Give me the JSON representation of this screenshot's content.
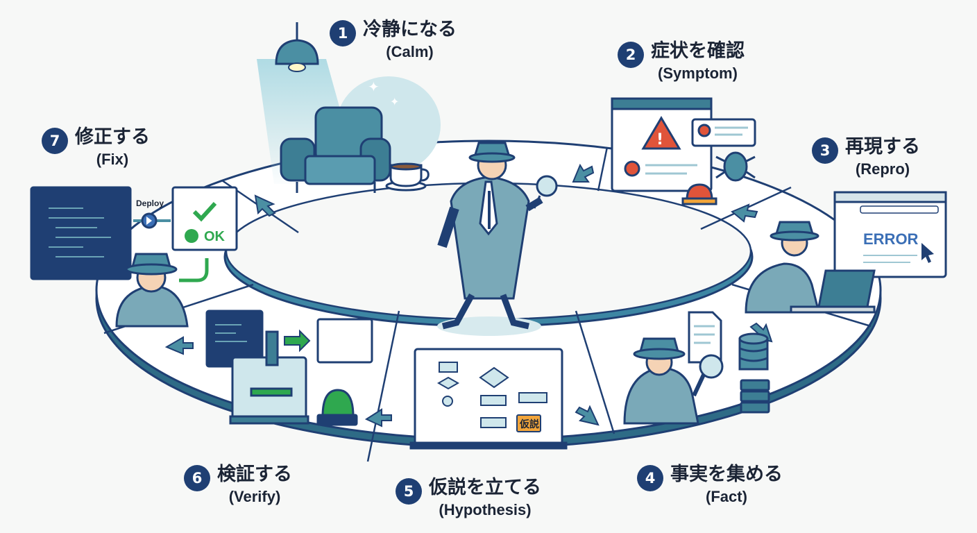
{
  "steps": [
    {
      "num": "1",
      "jp": "冷静になる",
      "en": "(Calm)"
    },
    {
      "num": "2",
      "jp": "症状を確認",
      "en": "(Symptom)"
    },
    {
      "num": "3",
      "jp": "再現する",
      "en": "(Repro)"
    },
    {
      "num": "4",
      "jp": "事実を集める",
      "en": "(Fact)"
    },
    {
      "num": "5",
      "jp": "仮説を立てる",
      "en": "(Hypothesis)"
    },
    {
      "num": "6",
      "jp": "検証する",
      "en": "(Verify)"
    },
    {
      "num": "7",
      "jp": "修正する",
      "en": "(Fix)"
    }
  ],
  "illustrations": {
    "error_screen_text": "ERROR",
    "deploy_label": "Deploy",
    "ok_label": "OK",
    "hypothesis_tag": "仮説"
  },
  "colors": {
    "navy": "#1f3f73",
    "teal": "#4b8fa3",
    "light_teal": "#bfe0e6",
    "alert_red": "#e0543a",
    "ok_green": "#2fa84f",
    "orange": "#f2a53a"
  },
  "icons": [
    "lamp-icon",
    "armchair-icon",
    "coffee-cup-icon",
    "alert-window-icon",
    "bug-icon",
    "siren-icon",
    "laptop-icon",
    "browser-error-icon",
    "document-icon",
    "database-icon",
    "server-icon",
    "whiteboard-flowchart-icon",
    "test-machine-icon",
    "green-light-icon",
    "code-window-icon",
    "deploy-play-icon",
    "ok-check-icon",
    "magnifier-icon",
    "detective-icon"
  ]
}
